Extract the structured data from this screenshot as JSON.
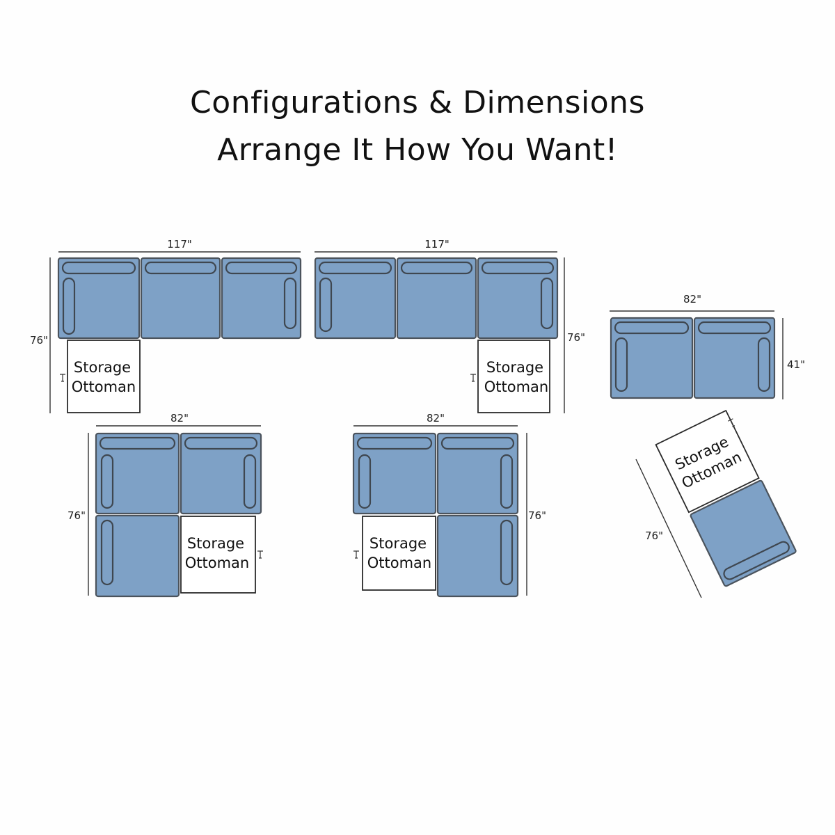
{
  "title": {
    "line1": "Configurations & Dimensions",
    "line2": "Arrange It How You Want!"
  },
  "configs": [
    {
      "width": "117\"",
      "depth": "76\"",
      "ottoman": "Storage Ottoman"
    },
    {
      "width": "117\"",
      "depth": "76\"",
      "ottoman": "Storage Ottoman"
    },
    {
      "width": "82\"",
      "depth": "41\""
    },
    {
      "width": "82\"",
      "depth": "76\"",
      "ottoman": "Storage Ottoman"
    },
    {
      "width": "82\"",
      "depth": "76\"",
      "ottoman": "Storage Ottoman"
    },
    {
      "depth": "76\"",
      "ottoman": "Storage Ottoman"
    }
  ],
  "ottoman_lines": [
    "Storage",
    "Ottoman"
  ],
  "colors": {
    "fabric": "#7ea1c6",
    "outline": "#4b535c",
    "ottoman": "#ffffff"
  }
}
